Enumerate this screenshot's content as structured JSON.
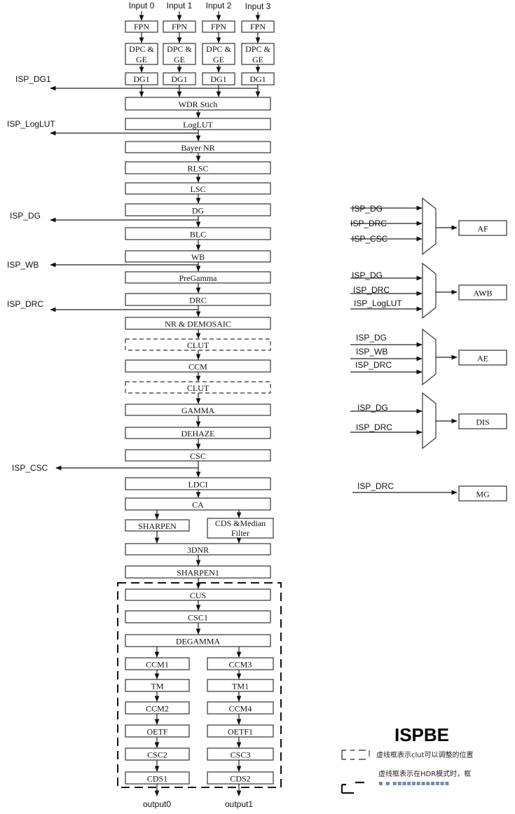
{
  "inputs": [
    "Input 0",
    "Input 1",
    "Input 2",
    "Input 3"
  ],
  "input_stages": [
    "FPN",
    "DPC &",
    "GE",
    "DG1"
  ],
  "pipeline": [
    "WDR Stich",
    "LogLUT",
    "Bayer NR",
    "RLSC",
    "LSC",
    "DG",
    "BLC",
    "WB",
    "PreGamma",
    "DRC",
    "NR & DEMOSAIC",
    "CLUT",
    "CCM",
    "CLUT",
    "GAMMA",
    "DEHAZE",
    "CSC",
    "LDCI",
    "CA"
  ],
  "branch": {
    "left": "SHARPEN",
    "right_line1": "CDS &Median",
    "right_line2": "Filter"
  },
  "post": [
    "3DNR",
    "SHARPEN1"
  ],
  "hdr_block": {
    "shared": [
      "CUS",
      "CSC1",
      "DEGAMMA"
    ],
    "left": [
      "CCM1",
      "TM",
      "CCM2",
      "OETF",
      "CSC2",
      "CDS1"
    ],
    "right": [
      "CCM3",
      "TM1",
      "CCM4",
      "OETF1",
      "CSC3",
      "CDS2"
    ]
  },
  "outputs": [
    "output0",
    "output1"
  ],
  "taps": [
    "ISP_DG1",
    "ISP_LogLUT",
    "ISP_DG",
    "ISP_WB",
    "ISP_DRC",
    "ISP_CSC"
  ],
  "stats": [
    {
      "name": "AF",
      "inputs": [
        "ISP_DG",
        "ISP_DRC",
        "ISP_CSC"
      ]
    },
    {
      "name": "AWB",
      "inputs": [
        "ISP_DG",
        "ISP_DRC",
        "ISP_LogLUT"
      ]
    },
    {
      "name": "AE",
      "inputs": [
        "ISP_DG",
        "ISP_WB",
        "ISP_DRC"
      ]
    },
    {
      "name": "DIS",
      "inputs": [
        "ISP_DG",
        "ISP_DRC"
      ]
    },
    {
      "name": "MG",
      "inputs": [
        "ISP_DRC"
      ]
    }
  ],
  "legend": {
    "title": "ISPBE",
    "item1": "虚线框表示clut可以调整的位置",
    "item2": "虚线框表示在HDR模式时，框"
  }
}
